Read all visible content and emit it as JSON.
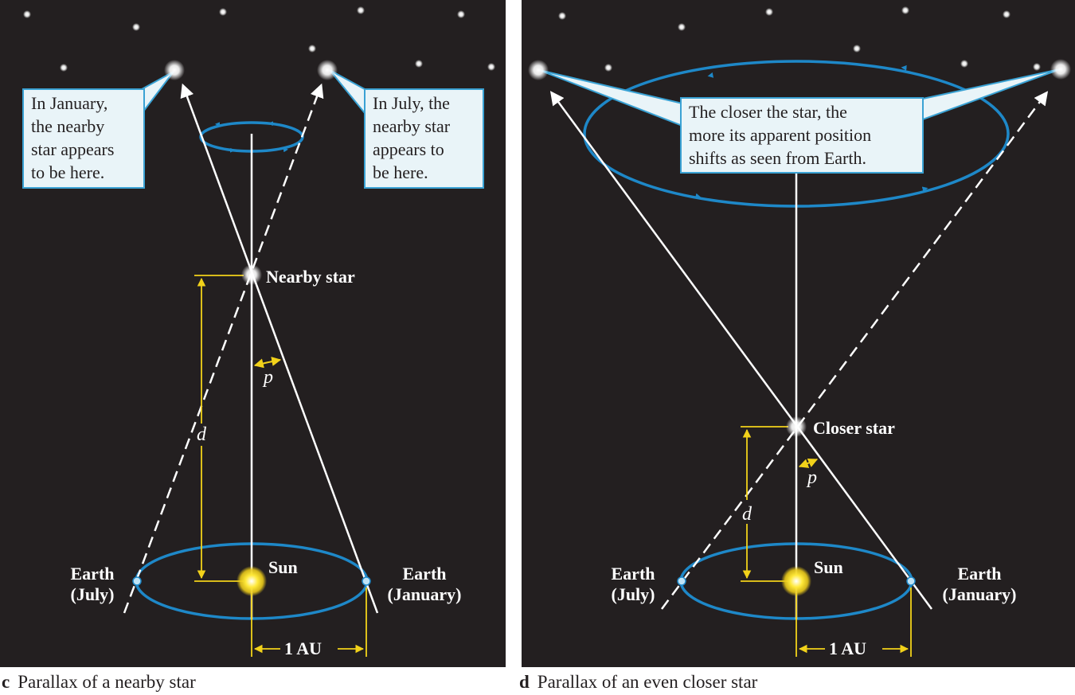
{
  "colors": {
    "background": "#231f20",
    "orbit": "#1e88c8",
    "measure": "#f2d21a",
    "callout_fill": "#e9f4f8",
    "callout_border": "#3aa2d4",
    "sun": "#ffe93a"
  },
  "panel_c": {
    "callout_january": "In January,\nthe nearby\nstar appears\nto be here.",
    "callout_july": "In July, the\nnearby star\nappears to\nbe here.",
    "star_label": "Nearby star",
    "sun_label": "Sun",
    "earth_july": "Earth\n(July)",
    "earth_january": "Earth\n(January)",
    "distance_symbol": "d",
    "parallax_symbol": "p",
    "au_label": "1 AU",
    "caption_letter": "c",
    "caption_text": "Parallax of a nearby star"
  },
  "panel_d": {
    "callout": "The closer the star, the\nmore its apparent position\nshifts as seen from Earth.",
    "star_label": "Closer star",
    "sun_label": "Sun",
    "earth_july": "Earth\n(July)",
    "earth_january": "Earth\n(January)",
    "distance_symbol": "d",
    "parallax_symbol": "p",
    "au_label": "1 AU",
    "caption_letter": "d",
    "caption_text": "Parallax of an even closer star"
  }
}
